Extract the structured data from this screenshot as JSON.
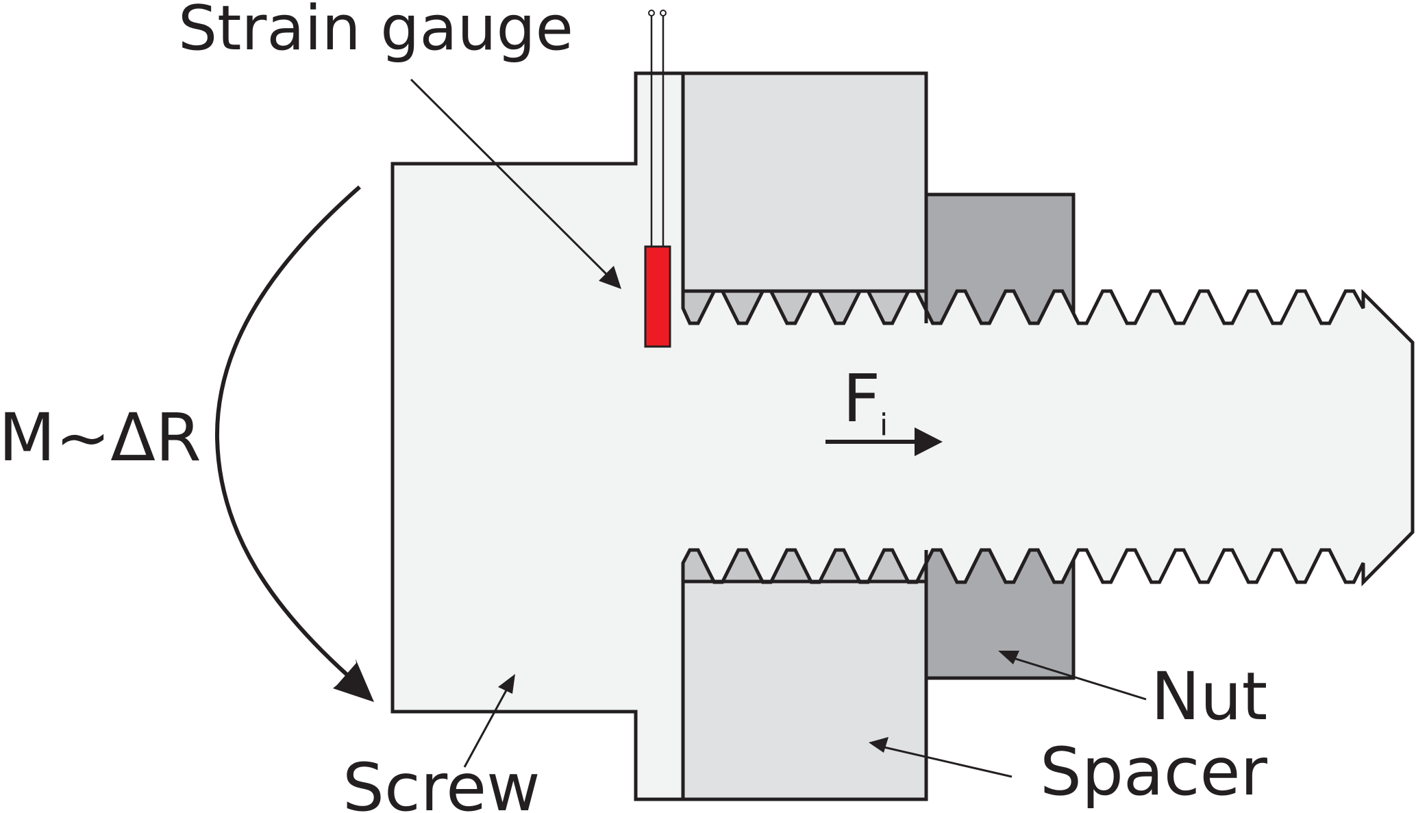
{
  "title": "Bolted joint with strain gauge measuring bending moment",
  "labels": {
    "strain_gauge": "Strain gauge",
    "moment": "M∼ΔR",
    "force_main": "F",
    "force_sub": "i",
    "screw": "Screw",
    "nut": "Nut",
    "spacer": "Spacer"
  },
  "colors": {
    "screw": "#f2f3f3",
    "spacer": "#e0e1e3",
    "nut": "#a9aaad",
    "thread_fill": "#c6c7c9",
    "gauge": "#ed1c24",
    "outline": "#231f20"
  },
  "components": [
    {
      "id": "screw",
      "name": "Screw"
    },
    {
      "id": "spacer",
      "name": "Spacer"
    },
    {
      "id": "nut",
      "name": "Nut"
    },
    {
      "id": "strain-gauge",
      "name": "Strain gauge"
    }
  ]
}
